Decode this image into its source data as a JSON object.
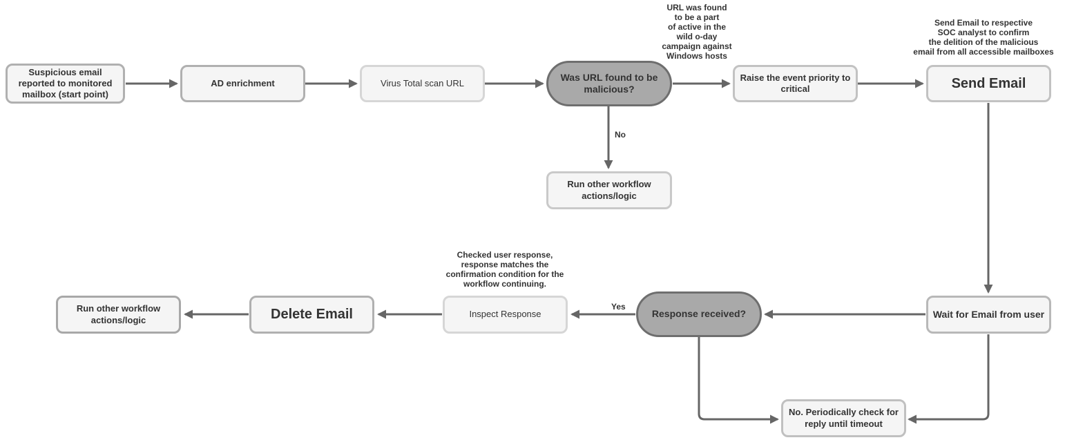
{
  "nodes": {
    "start": {
      "label": "Suspicious email reported to monitored mailbox (start point)"
    },
    "ad_enrichment": {
      "label": "AD enrichment"
    },
    "virus_total_scan": {
      "label": "Virus Total scan URL"
    },
    "url_malicious_decision": {
      "label": "Was URL found to be malicious?"
    },
    "raise_priority": {
      "label": "Raise the event priority to critical"
    },
    "send_email": {
      "label": "Send Email"
    },
    "run_other_workflow_no_branch": {
      "label": "Run other workflow actions/logic"
    },
    "wait_for_email": {
      "label": "Wait for Email from user"
    },
    "response_received_decision": {
      "label": "Response received?"
    },
    "inspect_response": {
      "label": "Inspect Response"
    },
    "delete_email": {
      "label": "Delete Email"
    },
    "run_other_workflow_end": {
      "label": "Run other workflow actions/logic"
    },
    "periodic_check": {
      "label": "No. Periodically check for reply until timeout"
    }
  },
  "annotations": {
    "url_campaign_note": "URL was found\nto be a part\nof active in the\nwild o-day\ncampaign against\nWindows hosts",
    "send_email_note": "Send Email to respective\nSOC analyst to confirm\nthe delition of the malicious\nemail from all accessible mailboxes",
    "inspect_response_note": "Checked user response,\nresponse matches the\nconfirmation condition for the\nworkflow continuing."
  },
  "edge_labels": {
    "no": "No",
    "yes": "Yes"
  },
  "colors": {
    "connector": "#666666",
    "process_fill": "#f5f5f5",
    "process_border": "#b0b0b0",
    "process_border_light": "#d6d6d6",
    "decision_fill": "#a9a9a9",
    "decision_border": "#6e6e6e",
    "text": "#333333",
    "background": "#ffffff"
  }
}
